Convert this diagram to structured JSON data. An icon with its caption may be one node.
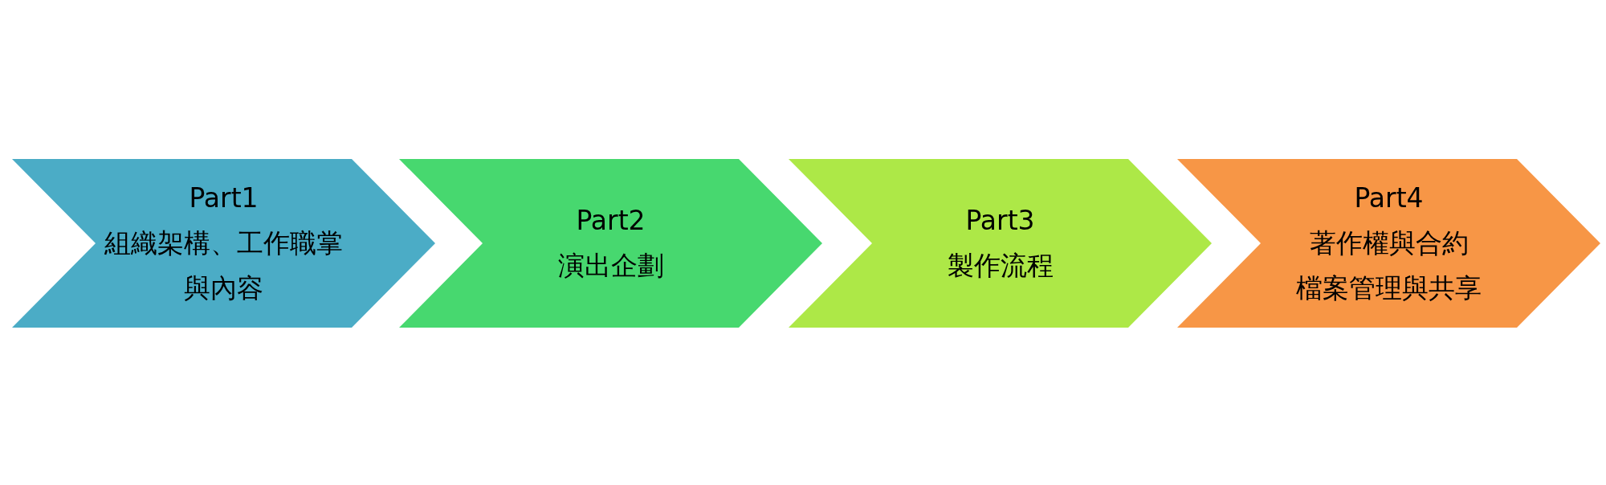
{
  "diagram": {
    "nodes": [
      {
        "text": [
          "Part1",
          "組織架構、工作職掌與內容"
        ]
      },
      {
        "text": [
          "Part2",
          "演出企劃"
        ]
      },
      {
        "text": [
          "Part3",
          "製作流程"
        ]
      },
      {
        "text": [
          "Part4",
          "著作權與合約",
          "檔案管理與共享"
        ]
      }
    ]
  }
}
